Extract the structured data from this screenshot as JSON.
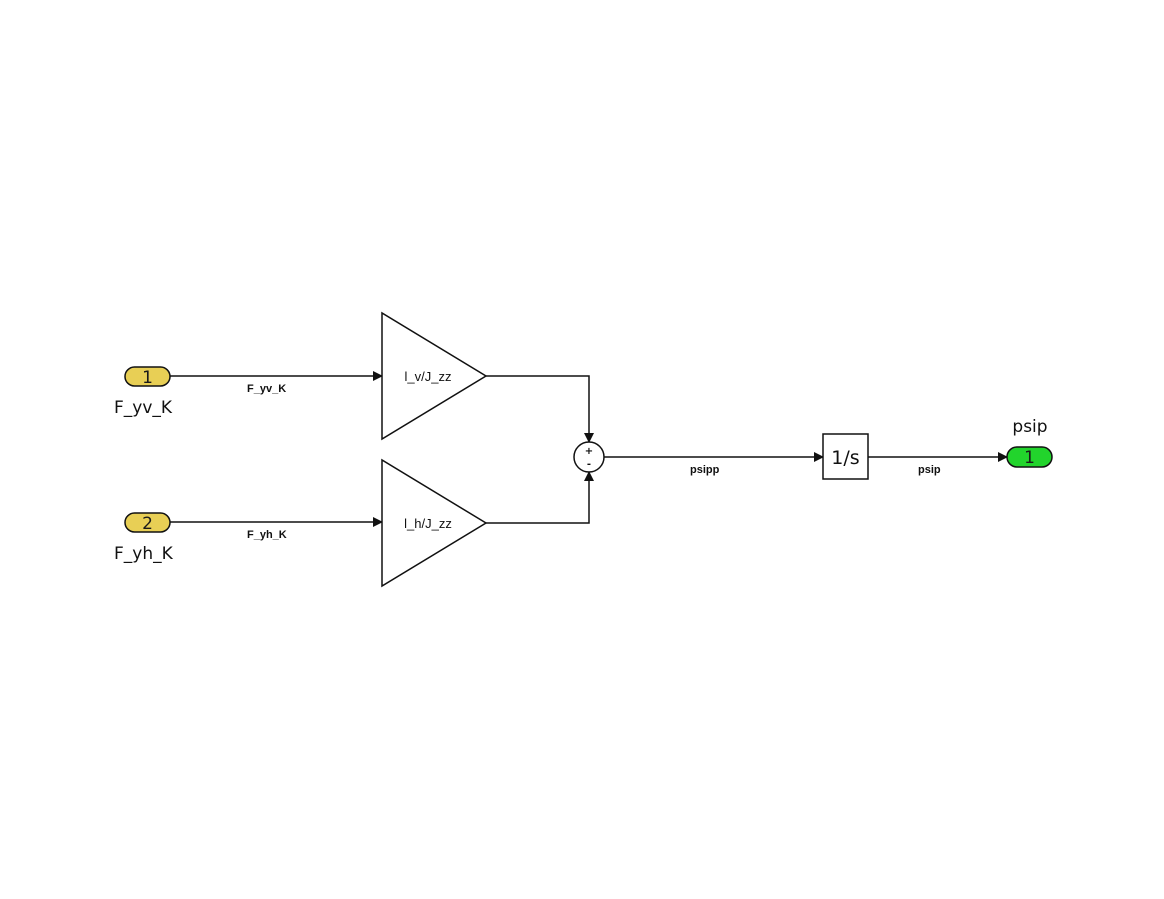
{
  "diagram": {
    "colors": {
      "inport_fill": "#e8cf55",
      "outport_fill": "#22d42c",
      "stroke": "#111111",
      "background": "#ffffff"
    },
    "inports": [
      {
        "number": "1",
        "name": "F_yv_K"
      },
      {
        "number": "2",
        "name": "F_yh_K"
      }
    ],
    "outports": [
      {
        "number": "1",
        "name": "psip"
      }
    ],
    "gains": [
      {
        "label": "l_v/J_zz"
      },
      {
        "label": "l_h/J_zz"
      }
    ],
    "sum": {
      "signs": [
        "+",
        "-"
      ]
    },
    "integrator": {
      "label": "1/s"
    },
    "signals": [
      {
        "label": "F_yv_K"
      },
      {
        "label": "F_yh_K"
      },
      {
        "label": "psipp"
      },
      {
        "label": "psip"
      }
    ]
  }
}
